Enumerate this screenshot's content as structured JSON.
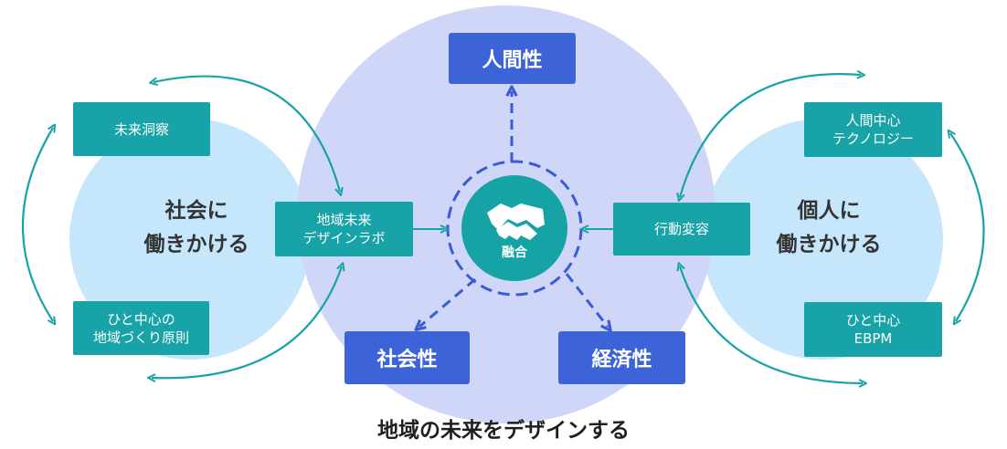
{
  "center": {
    "hub_label": "融合",
    "hub_icon": "handshake-icon",
    "top_box": "人間性",
    "bottom_left_box": "社会性",
    "bottom_right_box": "経済性"
  },
  "left": {
    "title_line1": "社会に",
    "title_line2": "働きかける",
    "box_top": "未来洞察",
    "box_bottom_line1": "ひと中心の",
    "box_bottom_line2": "地域づくり原則",
    "box_lab_line1": "地域未来",
    "box_lab_line2": "デザインラボ"
  },
  "right": {
    "title_line1": "個人に",
    "title_line2": "働きかける",
    "box_top_line1": "人間中心",
    "box_top_line2": "テクノロジー",
    "box_bottom_line1": "ひと中心",
    "box_bottom_line2": "EBPM",
    "box_behavior": "行動変容"
  },
  "footer": "地域の未来をデザインする",
  "colors": {
    "teal": "#17a3a7",
    "blue": "#3d63d8",
    "big_circle": "#cfd6f7",
    "side_circle": "#c6e6fb",
    "hub": "#15a3a5",
    "dash": "#3b5bd6"
  }
}
